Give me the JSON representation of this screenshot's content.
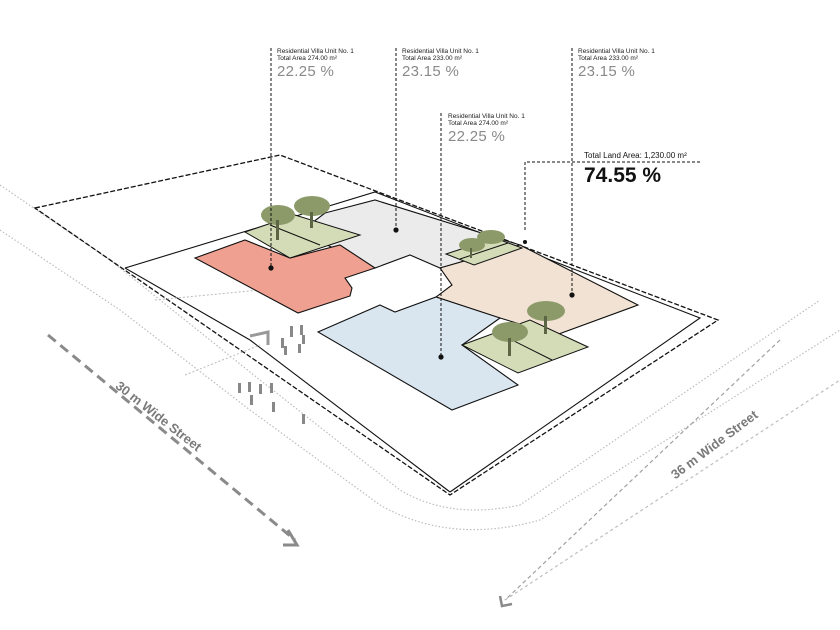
{
  "diagram": {
    "type": "axonometric site plan",
    "colors": {
      "villa_red": "#f0a090",
      "villa_grey": "#ebebeb",
      "villa_blue": "#d9e5ef",
      "villa_beige": "#f1e2d3",
      "garden_green": "#d3dcb6",
      "tree_green": "#8c9a6a",
      "leader_line": "#111111",
      "percent_grey": "#8a8a8a",
      "street_grey": "#8a8a8a"
    }
  },
  "units": [
    {
      "title": "Residential Villa Unit No. 1",
      "area": "Total Area 274.00 m²",
      "percent": "22.25 %"
    },
    {
      "title": "Residential Villa Unit No. 1",
      "area": "Total Area 233.00 m²",
      "percent": "23.15 %"
    },
    {
      "title": "Residential Villa Unit No. 1",
      "area": "Total Area 233.00 m²",
      "percent": "23.15 %"
    },
    {
      "title": "Residential Villa Unit No. 1",
      "area": "Total Area 274.00 m²",
      "percent": "22.25 %"
    }
  ],
  "total": {
    "label": "Total Land Area: 1,230.00 m²",
    "percent": "74.55 %"
  },
  "streets": {
    "left": "30 m Wide Street",
    "right": "36 m Wide Street"
  }
}
